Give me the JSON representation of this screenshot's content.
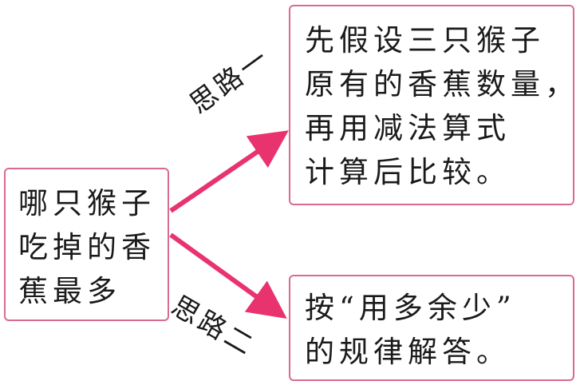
{
  "question": {
    "lines": [
      "哪只猴子",
      "吃掉的香",
      "蕉最多"
    ]
  },
  "route_one": {
    "label": "思路一",
    "lines": [
      "先假设三只猴子",
      "原有的香蕉数量，",
      "再用减法算式",
      "计算后比较。"
    ]
  },
  "route_two": {
    "label": "思路二",
    "lines": [
      "按“用多余少”",
      "的规律解答。"
    ]
  },
  "colors": {
    "box_border": "#d96b8e",
    "arrow": "#e8336e",
    "text": "#1a1a1a"
  }
}
